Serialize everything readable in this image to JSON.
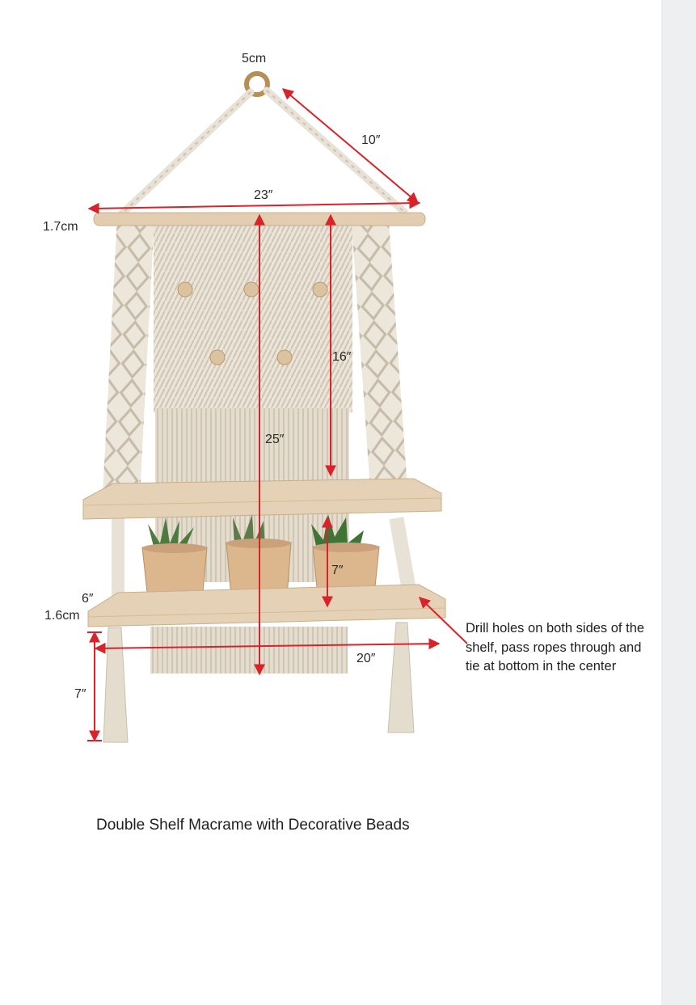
{
  "colors": {
    "arrow": "#d8232a",
    "wood": "#e2cdb0",
    "rope": "#ece6db",
    "pot": "#d9b58d",
    "leaf": "#4d7a3e",
    "ring": "#b58f56"
  },
  "dimensions": {
    "ring": "5cm",
    "hanger_rope": "10″",
    "dowel_length": "23″",
    "dowel_thickness": "1.7cm",
    "macrame_panel": "16″",
    "overall_height": "25″",
    "shelf_gap": "7″",
    "shelf_depth": "6″",
    "shelf_thickness": "1.6cm",
    "shelf_width": "20″",
    "tassel_length": "7″"
  },
  "note": "Drill holes on both sides of the shelf, pass ropes through and tie at bottom in the center",
  "caption": "Double Shelf Macrame with Decorative Beads"
}
